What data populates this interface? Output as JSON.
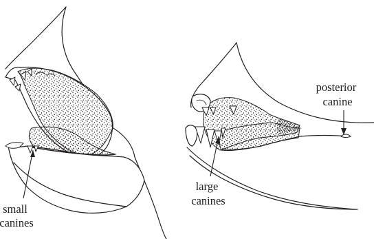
{
  "labels": {
    "small_canines": [
      "small",
      "canines"
    ],
    "large_canines": [
      "large",
      "canines"
    ],
    "posterior_canine": [
      "posterior",
      "canine"
    ]
  },
  "colors": {
    "ink": "#231f20",
    "background": "#ffffff"
  }
}
